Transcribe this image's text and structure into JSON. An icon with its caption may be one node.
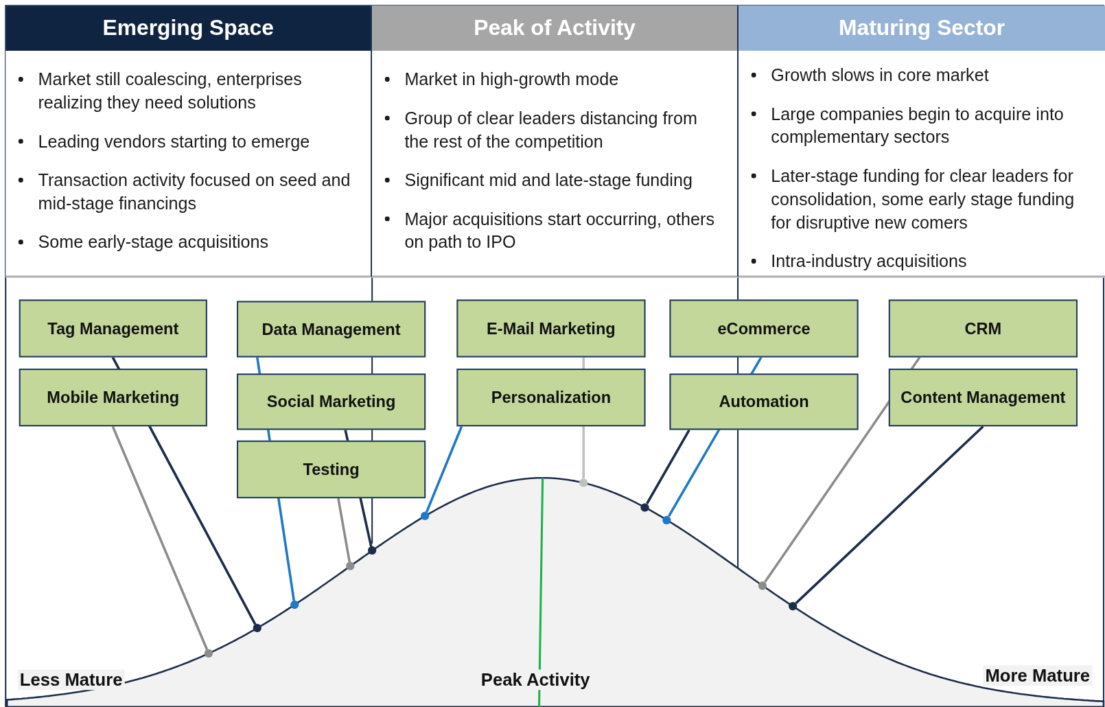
{
  "diagram": {
    "nodes": [
      {
        "text": [
          "Emerging Space",
          "Market still coalescing, enterprises realizing they need solutions",
          "Leading vendors starting to emerge",
          "Transaction activity focused on seed and mid-stage financings",
          "Some early-stage acquisitions"
        ]
      },
      {
        "text": [
          "Peak of Activity",
          "Market in high-growth mode",
          "Group of clear leaders distancing from the rest of the competition",
          "Significant mid and late-stage funding",
          "Major acquisitions start occurring, others on path to IPO"
        ]
      },
      {
        "text": [
          "Maturing Sector",
          "Growth slows in core market",
          "Large companies begin to acquire into complementary sectors",
          "Later-stage funding for clear leaders for consolidation, some early stage funding for disruptive new comers",
          "Intra-industry acquisitions"
        ]
      },
      {
        "text": [
          "Tag Management"
        ]
      },
      {
        "text": [
          "Data Management"
        ]
      },
      {
        "text": [
          "E-Mail Marketing"
        ]
      },
      {
        "text": [
          "eCommerce"
        ]
      },
      {
        "text": [
          "CRM"
        ]
      },
      {
        "text": [
          "Mobile Marketing"
        ]
      },
      {
        "text": [
          "Social Marketing"
        ]
      },
      {
        "text": [
          "Personalization"
        ]
      },
      {
        "text": [
          "Automation"
        ]
      },
      {
        "text": [
          "Content Management"
        ]
      },
      {
        "text": [
          "Testing"
        ]
      },
      {
        "text": [],
        "shape": "circle"
      },
      {
        "text": [],
        "shape": "circle"
      },
      {
        "text": [],
        "shape": "circle"
      },
      {
        "text": [],
        "shape": "circle"
      },
      {
        "text": [],
        "shape": "circle"
      },
      {
        "text": [],
        "shape": "circle"
      },
      {
        "text": [],
        "shape": "circle"
      },
      {
        "text": [],
        "shape": "circle"
      },
      {
        "text": [],
        "shape": "circle"
      },
      {
        "text": [],
        "shape": "circle"
      },
      {
        "text": [],
        "shape": "circle"
      }
    ],
    "edges": [
      {
        "from": 3,
        "to": 15,
        "arrow": "none"
      },
      {
        "from": 4,
        "to": 16,
        "arrow": "none",
        "color": "#1f78c8"
      },
      {
        "from": 5,
        "to": 20,
        "arrow": "none",
        "color": "#c0c0c0"
      },
      {
        "from": 6,
        "to": 22,
        "arrow": "none",
        "color": "#1f78c8"
      },
      {
        "from": 7,
        "to": 23,
        "arrow": "none",
        "color": "#8c8c8c"
      },
      {
        "from": 8,
        "to": 14,
        "arrow": "none",
        "color": "#8c8c8c"
      },
      {
        "from": 9,
        "to": 18,
        "arrow": "none"
      },
      {
        "from": 10,
        "to": 19,
        "arrow": "none",
        "color": "#1f78c8"
      },
      {
        "from": 11,
        "to": 21,
        "arrow": "none"
      },
      {
        "from": 12,
        "to": 24,
        "arrow": "none"
      },
      {
        "from": 13,
        "to": 17,
        "arrow": "none",
        "color": "#8c8c8c"
      }
    ],
    "labels": [
      "Less Mature",
      "Peak Activity",
      "More Mature"
    ]
  }
}
